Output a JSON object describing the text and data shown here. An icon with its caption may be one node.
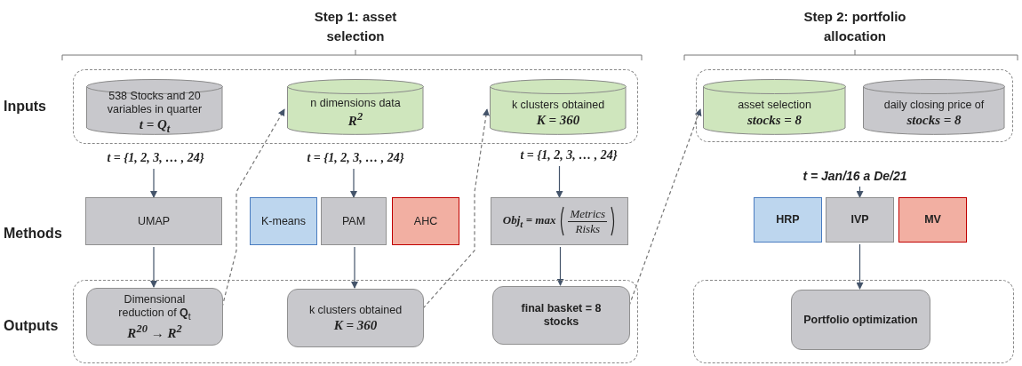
{
  "diagram": {
    "nodes": [
      {
        "text": [],
        "shape": "box"
      },
      {
        "text": [
          "538 Stocks and 20 variables in quarter",
          "t = Q$_{t}$"
        ],
        "in": 0
      },
      {
        "text": [
          "n dimensions data",
          "R$^{2}$"
        ],
        "in": 0
      },
      {
        "text": [
          "k clusters obtained",
          "K = 360"
        ],
        "in": 0
      },
      {
        "text": [],
        "shape": "box"
      },
      {
        "text": [
          "asset selection",
          "stocks = 8"
        ],
        "in": 4
      },
      {
        "text": [
          "daily closing price of",
          "stocks = 8"
        ],
        "in": 4
      },
      {
        "text": [
          "t = {1, 2, 3, … , 24}"
        ]
      },
      {
        "text": [
          "t = {1, 2, 3, … , 24}"
        ]
      },
      {
        "text": [
          "t = {1, 2, 3, … , 24}"
        ]
      },
      {
        "text": [
          "t = Jan/16 a De/21"
        ]
      },
      {
        "text": [
          "UMAP"
        ]
      },
      {
        "text": [
          "K-means"
        ]
      },
      {
        "text": [
          "PAM"
        ]
      },
      {
        "text": [
          "AHC"
        ]
      },
      {
        "text": [
          "**Obj**$_{t}$ = max",
          "Metrics",
          "Risks"
        ]
      },
      {
        "text": [
          "HRP"
        ]
      },
      {
        "text": [
          "IVP"
        ]
      },
      {
        "text": [
          "MV"
        ]
      },
      {
        "text": [],
        "shape": "box"
      },
      {
        "text": [
          "Dimensional reduction of **Q**$_{t}$",
          "R$^{20}$ → R$^{2}$"
        ],
        "in": 19
      },
      {
        "text": [
          "k clusters obtained",
          "K = 360"
        ],
        "in": 19
      },
      {
        "text": [
          "final basket = 8 stocks"
        ],
        "in": 19
      },
      {
        "text": [],
        "shape": "box"
      },
      {
        "text": [
          "Portfolio optimization"
        ],
        "in": 23
      }
    ],
    "edges": [
      {
        "from": 7,
        "to": 11,
        "arrow": "to"
      },
      {
        "from": 8,
        "to": 13,
        "arrow": "to"
      },
      {
        "from": 9,
        "to": 15,
        "arrow": "to"
      },
      {
        "from": 10,
        "to": 17,
        "arrow": "to"
      },
      {
        "from": 11,
        "to": 20,
        "arrow": "to"
      },
      {
        "from": 13,
        "to": 21,
        "arrow": "to"
      },
      {
        "from": 15,
        "to": 22,
        "arrow": "to"
      },
      {
        "from": 17,
        "to": 24,
        "arrow": "to"
      },
      {
        "from": 20,
        "to": 2,
        "arrow": "to",
        "style": "dashed"
      },
      {
        "from": 21,
        "to": 3,
        "arrow": "to",
        "style": "dashed"
      },
      {
        "from": 22,
        "to": 5,
        "arrow": "to",
        "style": "dashed"
      }
    ],
    "labels": [
      "Step 1: asset selection",
      "Step 2: portfolio allocation",
      "Inputs",
      "Methods",
      "Outputs"
    ]
  }
}
